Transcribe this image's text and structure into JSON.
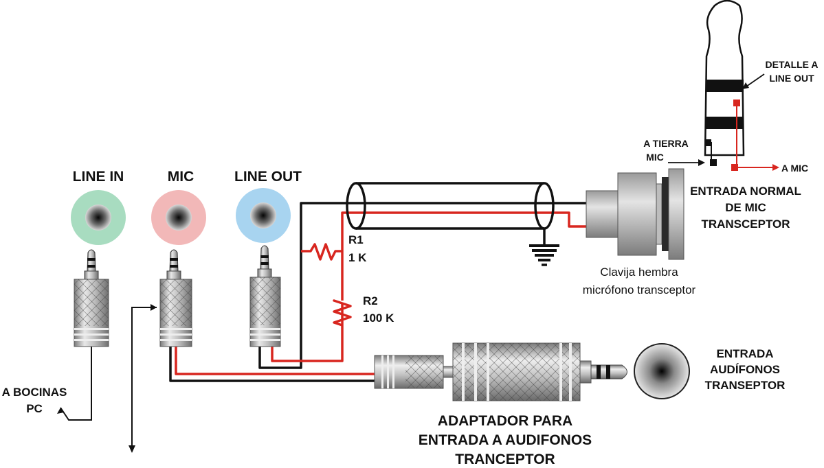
{
  "labels": {
    "line_in": "LINE IN",
    "mic": "MIC",
    "line_out": "LINE OUT",
    "r1_name": "R1",
    "r1_value": "1 K",
    "r2_name": "R2",
    "r2_value": "100 K",
    "a_bocinas": "A BOCINAS",
    "pc": "PC",
    "adaptador_1": "ADAPTADOR PARA",
    "adaptador_2": "ENTRADA A AUDIFONOS",
    "adaptador_3": "TRANCEPTOR",
    "clavija_1": "Clavija hembra",
    "clavija_2": "micrófono transceptor",
    "entrada_mic_1": "ENTRADA NORMAL",
    "entrada_mic_2": "DE MIC",
    "entrada_mic_3": "TRANSCEPTOR",
    "entrada_aud_1": "ENTRADA",
    "entrada_aud_2": "AUDÍFONOS",
    "entrada_aud_3": "TRANSEPTOR",
    "detalle_1": "DETALLE A",
    "detalle_2": "LINE OUT",
    "a_tierra_1": "A TIERRA",
    "a_tierra_2": "MIC",
    "a_mic": "A MIC"
  },
  "colors": {
    "line_in_port": "#a8dcc0",
    "mic_port": "#f2b8b8",
    "line_out_port": "#a8d4f0",
    "wire_red": "#d8261f",
    "wire_black": "#111111"
  }
}
